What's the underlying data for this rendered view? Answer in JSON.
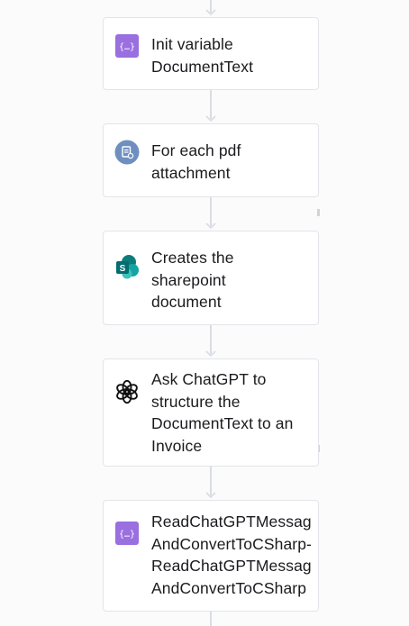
{
  "flow": {
    "steps": [
      {
        "label": "Init variable\nDocumentText",
        "icon": "variable-icon",
        "icon_color": "#9a6fe0"
      },
      {
        "label": "For each pdf\nattachment",
        "icon": "loop-document-icon",
        "icon_color": "#6f8fbf"
      },
      {
        "label": "Creates the\nsharepoint\ndocument",
        "icon": "sharepoint-icon",
        "icon_color": "#0a9a9a"
      },
      {
        "label": "Ask ChatGPT to\nstructure the\nDocumentText to an\nInvoice",
        "icon": "openai-icon",
        "icon_color": "#111111"
      },
      {
        "label": "ReadChatGPTMessag\nAndConvertToCSharp-\nReadChatGPTMessag\nAndConvertToCSharp",
        "icon": "variable-icon",
        "icon_color": "#9a6fe0"
      }
    ]
  }
}
